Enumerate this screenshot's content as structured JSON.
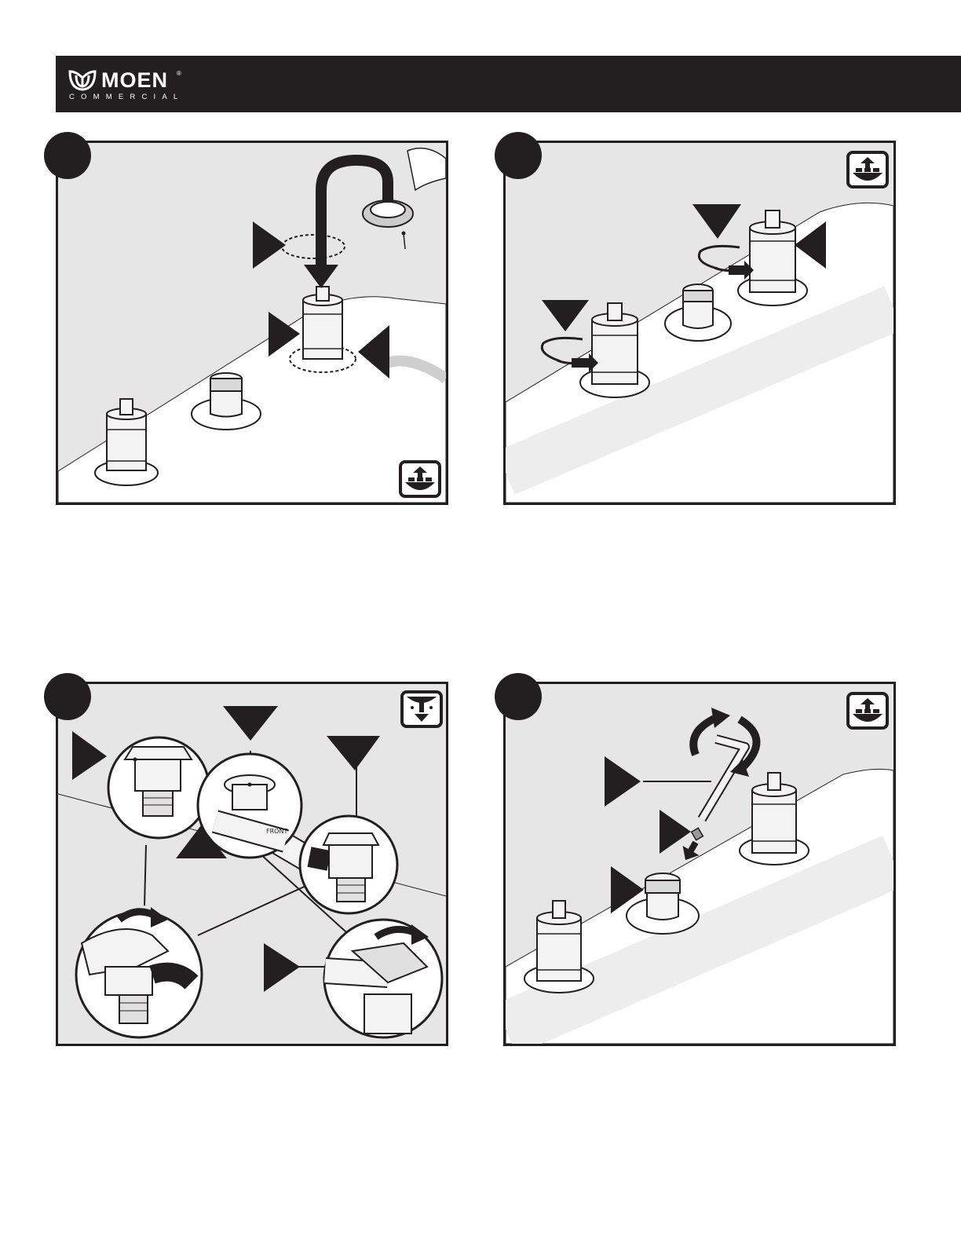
{
  "header": {
    "brand_name": "MOEN",
    "brand_mark": "®",
    "brand_division": "COMMERCIAL",
    "background_color": "#231f20",
    "logo_icon": "moen-leaf-icon"
  },
  "panels": [
    {
      "id": "step-1",
      "mount_icon": "above-deck-install-icon",
      "pointers": [
        "pointer-triangle-right",
        "pointer-triangle-right",
        "pointer-triangle-left"
      ],
      "arrow_icon": "downward-insert-arrow-icon"
    },
    {
      "id": "step-2",
      "mount_icon": "above-deck-install-icon",
      "pointers": [
        "pointer-triangle-down",
        "pointer-triangle-down",
        "pointer-triangle-left"
      ],
      "arrow_icon": "push-arrow-icon"
    },
    {
      "id": "step-3",
      "mount_icon": "below-deck-install-icon",
      "pointers": [
        "pointer-triangle-right",
        "pointer-triangle-down",
        "pointer-triangle-down",
        "pointer-triangle-up",
        "pointer-triangle-right"
      ],
      "arrow_icon": "tighten-rotate-arrow-icon",
      "engraving": "FRONT"
    },
    {
      "id": "step-4",
      "mount_icon": "above-deck-install-icon",
      "pointers": [
        "pointer-triangle-right",
        "pointer-triangle-right",
        "pointer-triangle-right"
      ],
      "arrow_icon": "rotate-circle-arrow-icon"
    }
  ],
  "colors": {
    "ink": "#231f20",
    "panel_background": "#e6e6e7",
    "part_fill": "#f3f3f3",
    "deck_fill": "#ffffff"
  }
}
